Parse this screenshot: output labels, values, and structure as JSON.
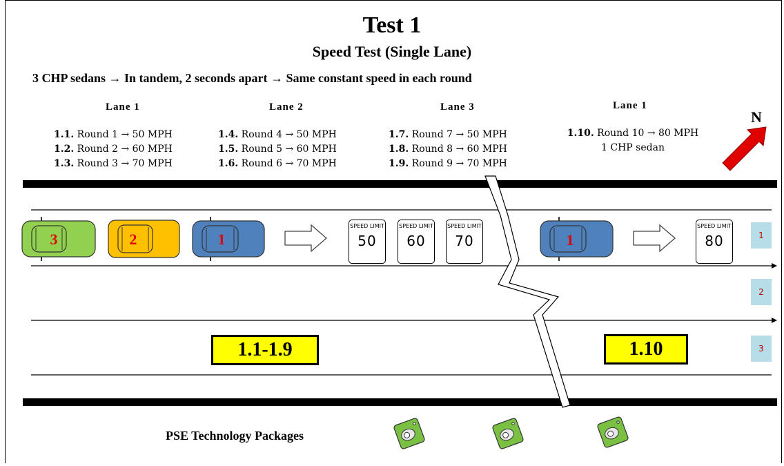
{
  "title": "Test 1",
  "subtitle": "Speed Test (Single Lane)",
  "procedure": "3 CHP sedans →  In tandem, 2 seconds apart → Same constant speed in each round",
  "columns": [
    {
      "header": "Lane 1",
      "rounds": [
        {
          "id": "1.1.",
          "text": " Round 1 → 50 MPH"
        },
        {
          "id": "1.2.",
          "text": " Round 2 → 60 MPH"
        },
        {
          "id": "1.3.",
          "text": " Round 3 → 70 MPH"
        }
      ]
    },
    {
      "header": "Lane 2",
      "rounds": [
        {
          "id": "1.4.",
          "text": " Round 4 → 50 MPH"
        },
        {
          "id": "1.5.",
          "text": " Round 5 → 60 MPH"
        },
        {
          "id": "1.6.",
          "text": " Round 6 → 70 MPH"
        }
      ]
    },
    {
      "header": "Lane 3",
      "rounds": [
        {
          "id": "1.7.",
          "text": " Round 7 → 50 MPH"
        },
        {
          "id": "1.8.",
          "text": " Round 8 → 60 MPH"
        },
        {
          "id": "1.9.",
          "text": " Round 9 → 70 MPH"
        }
      ]
    },
    {
      "header": "Lane 1",
      "rounds": [
        {
          "id": "1.10.",
          "text": " Round 10 → 80 MPH"
        }
      ],
      "note": "1 CHP sedan"
    }
  ],
  "north_label": "N",
  "cars": [
    {
      "number": "3",
      "color": "#92d050"
    },
    {
      "number": "2",
      "color": "#ffc000"
    },
    {
      "number": "1",
      "color": "#4f81bd"
    },
    {
      "number": "1",
      "color": "#4f81bd"
    }
  ],
  "signs": [
    {
      "label": "SPEED LIMIT",
      "value": "50"
    },
    {
      "label": "SPEED LIMIT",
      "value": "60"
    },
    {
      "label": "SPEED LIMIT",
      "value": "70"
    },
    {
      "label": "SPEED LIMIT",
      "value": "80"
    }
  ],
  "phases": [
    "1.1-1.9",
    "1.10"
  ],
  "lane_numbers": [
    "1",
    "2",
    "3"
  ],
  "packages_label": "PSE Technology Packages",
  "colors": {
    "car_number": "#e00000",
    "phase_box": "#ffff00",
    "lane_tag": "#b7dde8",
    "north_arrow": "#e00000",
    "package": "#7ac143"
  }
}
